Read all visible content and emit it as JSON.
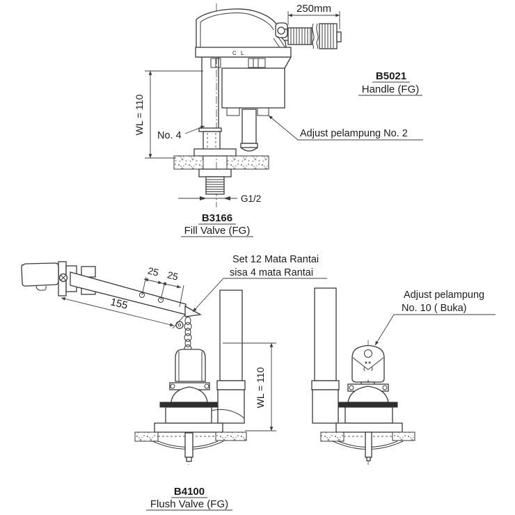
{
  "colors": {
    "ink": "#383838",
    "dim_ink": "#3c3c3c",
    "background": "#ffffff",
    "gasket": "#2e2e2e"
  },
  "fill_valve_section": {
    "dim_rod_length": "250mm",
    "handle_part_no": "B5021",
    "handle_part_name": "Handle (FG)",
    "water_level_dim": "WL = 110",
    "note_no4": "No. 4",
    "note_adjust_float": "Adjust pelampung No. 2",
    "thread_size": "G1/2",
    "part_no": "B3166",
    "part_name": "Fill Valve (FG)",
    "centerline_mark": "C L"
  },
  "flush_valve_section": {
    "chain_note_line1": "Set 12 Mata Rantai",
    "chain_note_line2": "sisa 4 mata Rantai",
    "dim_lever_hole_1": "25",
    "dim_lever_hole_2": "25",
    "dim_lever_length": "155",
    "water_level_dim": "WL = 110",
    "note_adjust_float_line1": "Adjust pelampung",
    "note_adjust_float_line2": "No. 10 ( Buka)",
    "part_no": "B4100",
    "part_name": "Flush Valve (FG)"
  }
}
